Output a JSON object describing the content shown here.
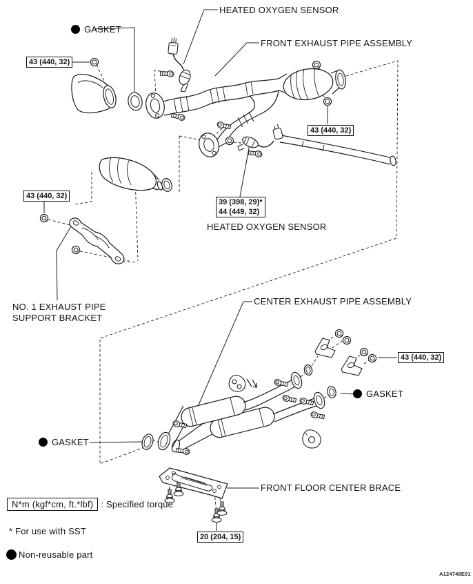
{
  "diagram": {
    "labels": {
      "heated_oxygen_sensor_top": "HEATED OXYGEN SENSOR",
      "gasket_top": "GASKET",
      "front_exhaust_pipe_assembly": "FRONT EXHAUST PIPE ASSEMBLY",
      "heated_oxygen_sensor_mid": "HEATED OXYGEN SENSOR",
      "no1_bracket_line1": "NO. 1 EXHAUST PIPE",
      "no1_bracket_line2": "SUPPORT BRACKET",
      "center_exhaust_pipe_assembly": "CENTER EXHAUST PIPE ASSEMBLY",
      "gasket_center_right": "GASKET",
      "gasket_center_left": "GASKET",
      "front_floor_center_brace": "FRONT FLOOR CENTER BRACE"
    },
    "torque_specs": {
      "front_flange_left": "43 (440, 32)",
      "front_flange_right": "43 (440, 32)",
      "support_bracket": "43 (440, 32)",
      "oxygen_sensor_line1": "39 (398, 29)*",
      "oxygen_sensor_line2": "44 (449, 32)",
      "center_pipe_bracket": "43 (440, 32)",
      "floor_brace_bolt": "20 (204, 15)"
    },
    "legend": {
      "torque_unit_box": "N*m (kgf*cm, ft.*lbf)",
      "torque_caption": ": Specified torque",
      "sst_note": "* For use with SST",
      "non_reusable_note": "Non-reusable part"
    },
    "figure_code": "A124748E01",
    "colors": {
      "line": "#1a1a1a",
      "background": "#ffffff"
    }
  }
}
